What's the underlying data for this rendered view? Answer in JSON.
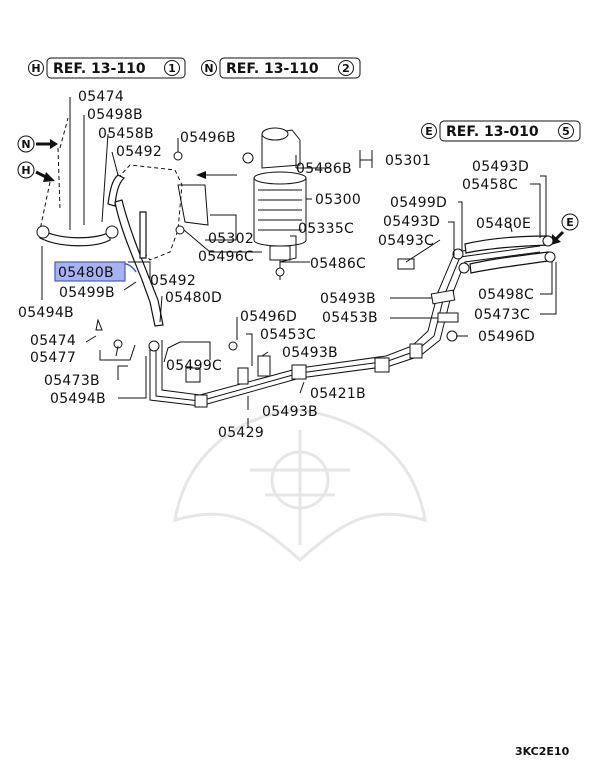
{
  "refs": [
    {
      "circle": "H",
      "text": "REF. 13-110",
      "num": "1"
    },
    {
      "circle": "N",
      "text": "REF. 13-110",
      "num": "2"
    },
    {
      "circle": "E",
      "text": "REF. 13-010",
      "num": "5"
    }
  ],
  "markers": {
    "n": "N",
    "h": "H",
    "e": "E"
  },
  "highlighted_part": "05480B",
  "parts": {
    "p05474a": "05474",
    "p05498Ba": "05498B",
    "p05458B": "05458B",
    "p05492a": "05492",
    "p05496B": "05496B",
    "p05301": "05301",
    "p05486B": "05486B",
    "p05300": "05300",
    "p05302": "05302",
    "p05496C": "05496C",
    "p05335C": "05335C",
    "p05486C": "05486C",
    "p05492b": "05492",
    "p05499B": "05499B",
    "p05494Ba": "05494B",
    "p05480D": "05480D",
    "p05474b": "05474",
    "p05477": "05477",
    "p05473B": "05473B",
    "p05494Bb": "05494B",
    "p05499C": "05499C",
    "p05496D": "05496D",
    "p05453C": "05453C",
    "p05493Ba": "05493B",
    "p05421B": "05421B",
    "p05493Bb": "05493B",
    "p05429": "05429",
    "p05493D": "05493D",
    "p05458C": "05458C",
    "p05499D": "05499D",
    "p05493Db": "05493D",
    "p05480E": "05480E",
    "p05493C": "05493C",
    "p05493Bc": "05493B",
    "p05453B": "05453B",
    "p05498C": "05498C",
    "p05473C": "05473C",
    "p05496Db": "05496D"
  },
  "footer_code": "3KC2E10"
}
